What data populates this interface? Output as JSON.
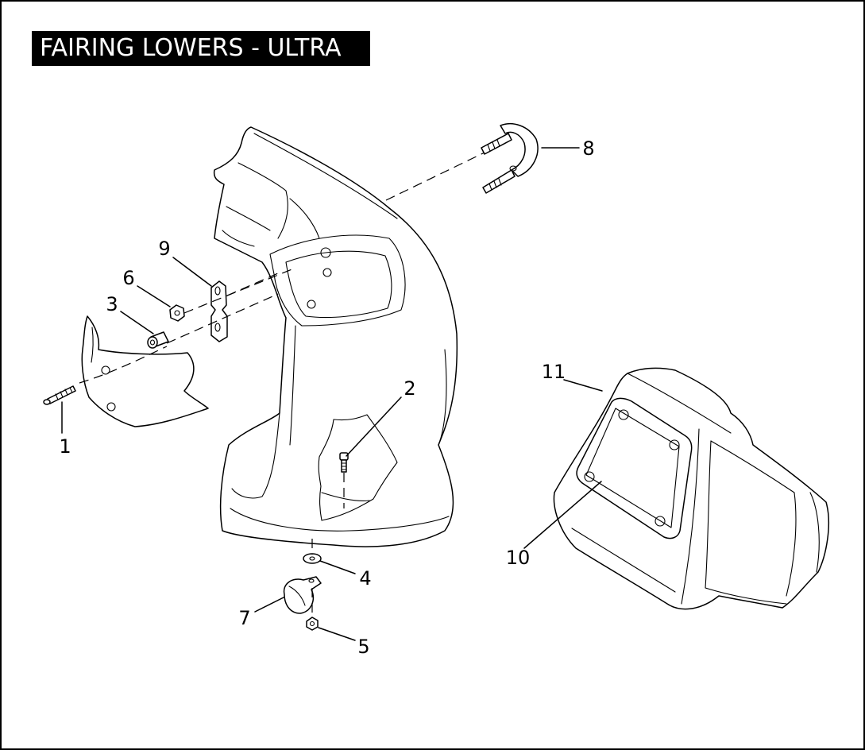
{
  "title": "FAIRING LOWERS - ULTRA",
  "callouts": [
    "1",
    "2",
    "3",
    "4",
    "5",
    "6",
    "7",
    "8",
    "9",
    "10",
    "11"
  ]
}
